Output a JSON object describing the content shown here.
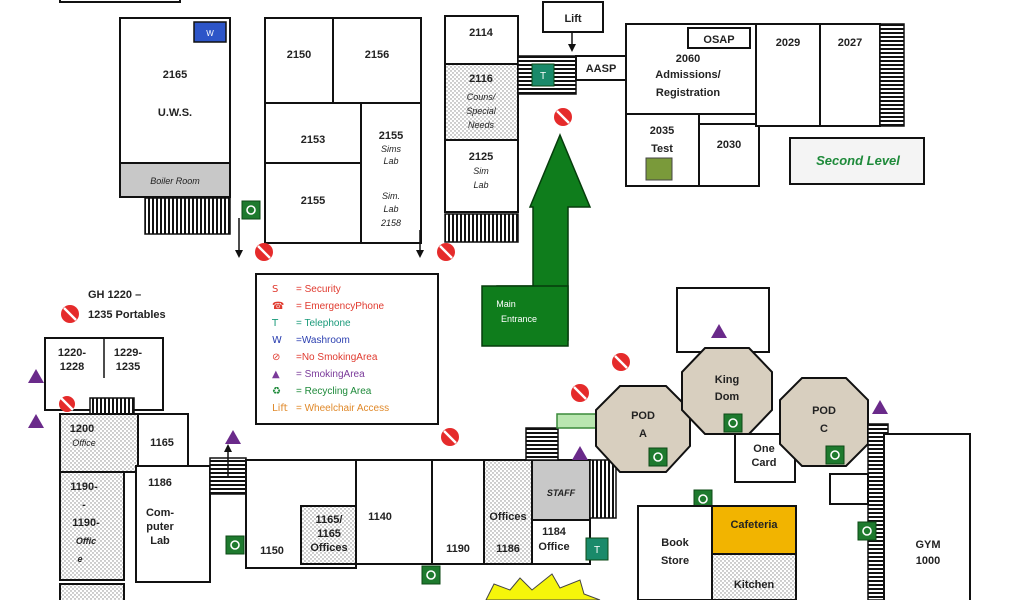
{
  "rooms": {
    "r2165": "2165",
    "uws": "U.W.S.",
    "boiler": "Boiler Room",
    "r2150": "2150",
    "r2156": "2156",
    "r2153": "2153",
    "r2155": "2155",
    "r2155b": "2155",
    "sims1": "Sims",
    "lab1": "Lab",
    "sim2": "Sim.",
    "lab2": "Lab",
    "r2158": "2158",
    "r2114": "2114",
    "r2116": "2116",
    "couns": "Couns/",
    "special": "Special",
    "needs": "Needs",
    "r2125": "2125",
    "sim3": "Sim",
    "lab3": "Lab",
    "lift": "Lift",
    "aasp": "AASP",
    "osap": "OSAP",
    "r2060": "2060",
    "admissions": "Admissions/",
    "registration": "Registration",
    "r2029": "2029",
    "r2027": "2027",
    "r2035": "2035",
    "test": "Test",
    "r2030": "2030",
    "second_level": "Second Level",
    "gh_line1": "GH 1220 –",
    "gh_line2": "1235 Portables",
    "p1220": "1220-",
    "p1228": "1228",
    "p1229": "1229-",
    "p1235": "1235",
    "r1200": "1200",
    "office1": "Office",
    "r1165": "1165",
    "r1190a": "1190-",
    "r1190b": "1190-",
    "office2": "Offic",
    "office2b": "e",
    "r1186": "1186",
    "computer1": "Com-",
    "computer2": "puter",
    "computer3": "Lab",
    "r1150": "1150",
    "r1165b": "1165/",
    "r1165c": "1165",
    "office3": "Offices",
    "r1140": "1140",
    "r1190": "1190",
    "offices4": "Offices",
    "r1186b": "1186",
    "staff": "STAFF",
    "r1184": "1184",
    "office5": "Office",
    "pod_a1": "POD",
    "pod_a2": "A",
    "king1": "King",
    "king2": "Dom",
    "pod_c1": "POD",
    "pod_c2": "C",
    "one_card1": "One",
    "one_card2": "Card",
    "book1": "Book",
    "book2": "Store",
    "cafeteria": "Cafeteria",
    "kitchen": "Kitchen",
    "gym1": "GYM",
    "gym2": "1000",
    "main1": "Main",
    "main2": "Entrance"
  },
  "legend": [
    {
      "symbol": "S",
      "label": "= Security",
      "color": "#e03a2f"
    },
    {
      "symbol": "☎",
      "label": "= EmergencyPhone",
      "color": "#e03a2f"
    },
    {
      "symbol": "T",
      "label": "= Telephone",
      "color": "#1a9a7a"
    },
    {
      "symbol": "W",
      "label": "=Washroom",
      "color": "#2b3fb0"
    },
    {
      "symbol": "⊘",
      "label": "=No SmokingArea",
      "color": "#e03a2f"
    },
    {
      "symbol": "▲",
      "label": "= SmokingArea",
      "color": "#7a3a9a"
    },
    {
      "symbol": "♻",
      "label": "= Recycling Area",
      "color": "#1e8a3a"
    },
    {
      "symbol": "Lift",
      "label": "= Wheelchair Access",
      "color": "#e0892a"
    }
  ],
  "icons": {
    "no_smoking": "no-smoking-icon",
    "recycling": "recycling-icon",
    "smoking": "smoking-area-icon",
    "telephone": "telephone-icon",
    "washroom": "washroom-icon",
    "stairs": "stairs-icon",
    "arrow": "main-entrance-arrow-icon"
  },
  "colors": {
    "green_arrow": "#0f7d1c",
    "no_smoking": "#e52b2b",
    "recycling": "#1e7a2e",
    "smoking": "#6a2a8a",
    "cafeteria": "#f2b400",
    "pods": "#d8cfbf",
    "second_level": "#1e8a3a",
    "washroom": "#2d55c8",
    "telephone": "#1a8a6a"
  }
}
